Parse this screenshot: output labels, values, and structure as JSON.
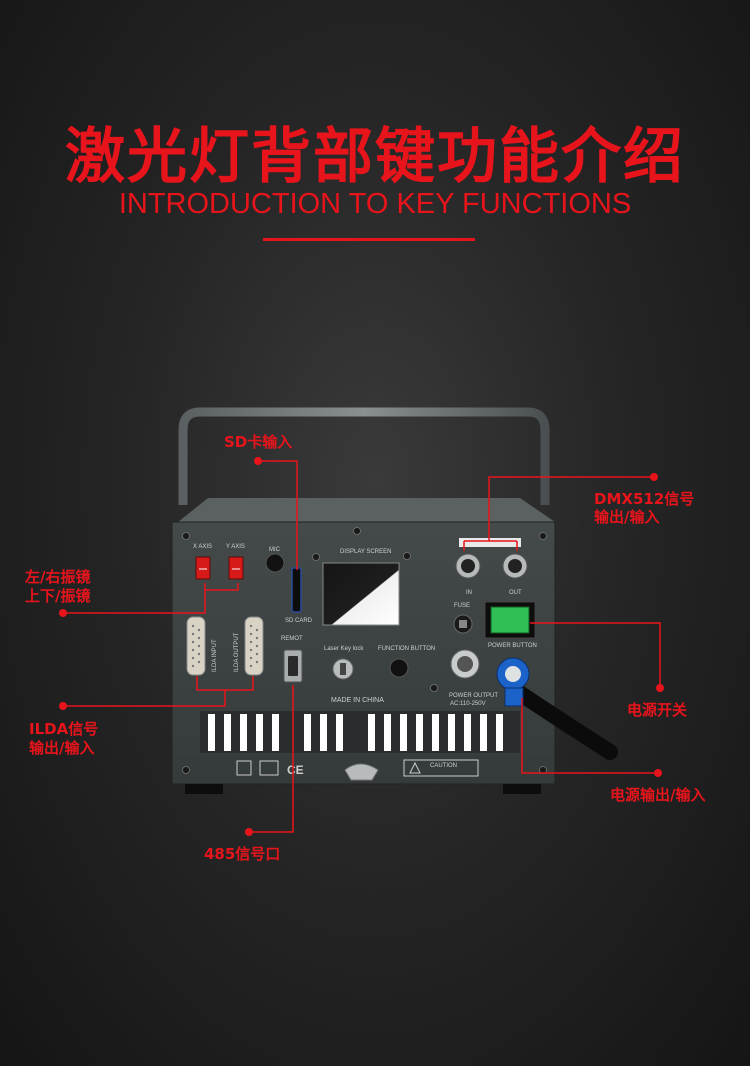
{
  "header": {
    "title_cn": "激光灯背部键功能介绍",
    "title_en": "INTRODUCTION TO KEY FUNCTIONS"
  },
  "callouts": {
    "sd_card": "SD卡输入",
    "dmx_line1": "DMX512信号",
    "dmx_line2": "输出/输入",
    "galvo_line1": "左/右振镜",
    "galvo_line2": "上下/振镜",
    "ilda_line1": "ILDA信号",
    "ilda_line2": "输出/输入",
    "power_switch": "电源开关",
    "power_io": "电源输出/输入",
    "rs485": "485信号口"
  },
  "panel": {
    "x_axis": "X AXIS",
    "y_axis": "Y AXIS",
    "mic": "MIC",
    "display_screen": "DISPLAY SCREEN",
    "sd_card": "SD CARD",
    "remot": "REMOT",
    "ilda_input": "ILDA INPUT",
    "ilda_output": "ILDA OUTPUT",
    "laser_key_lock": "Laser Key lock",
    "function_button": "FUNCTION BUTTON",
    "made_in": "MADE IN CHINA",
    "fuse": "FUSE",
    "dmx_in": "IN",
    "dmx_out": "OUT",
    "power_button": "POWER BUTTON",
    "power_output": "POWER OUTPUT",
    "ac_range": "AC:110-250V",
    "caution": "CAUTION",
    "ce": "CE"
  },
  "colors": {
    "accent": "#e8141b",
    "panel": "#3c4140",
    "switch_green": "#2fbf55"
  }
}
